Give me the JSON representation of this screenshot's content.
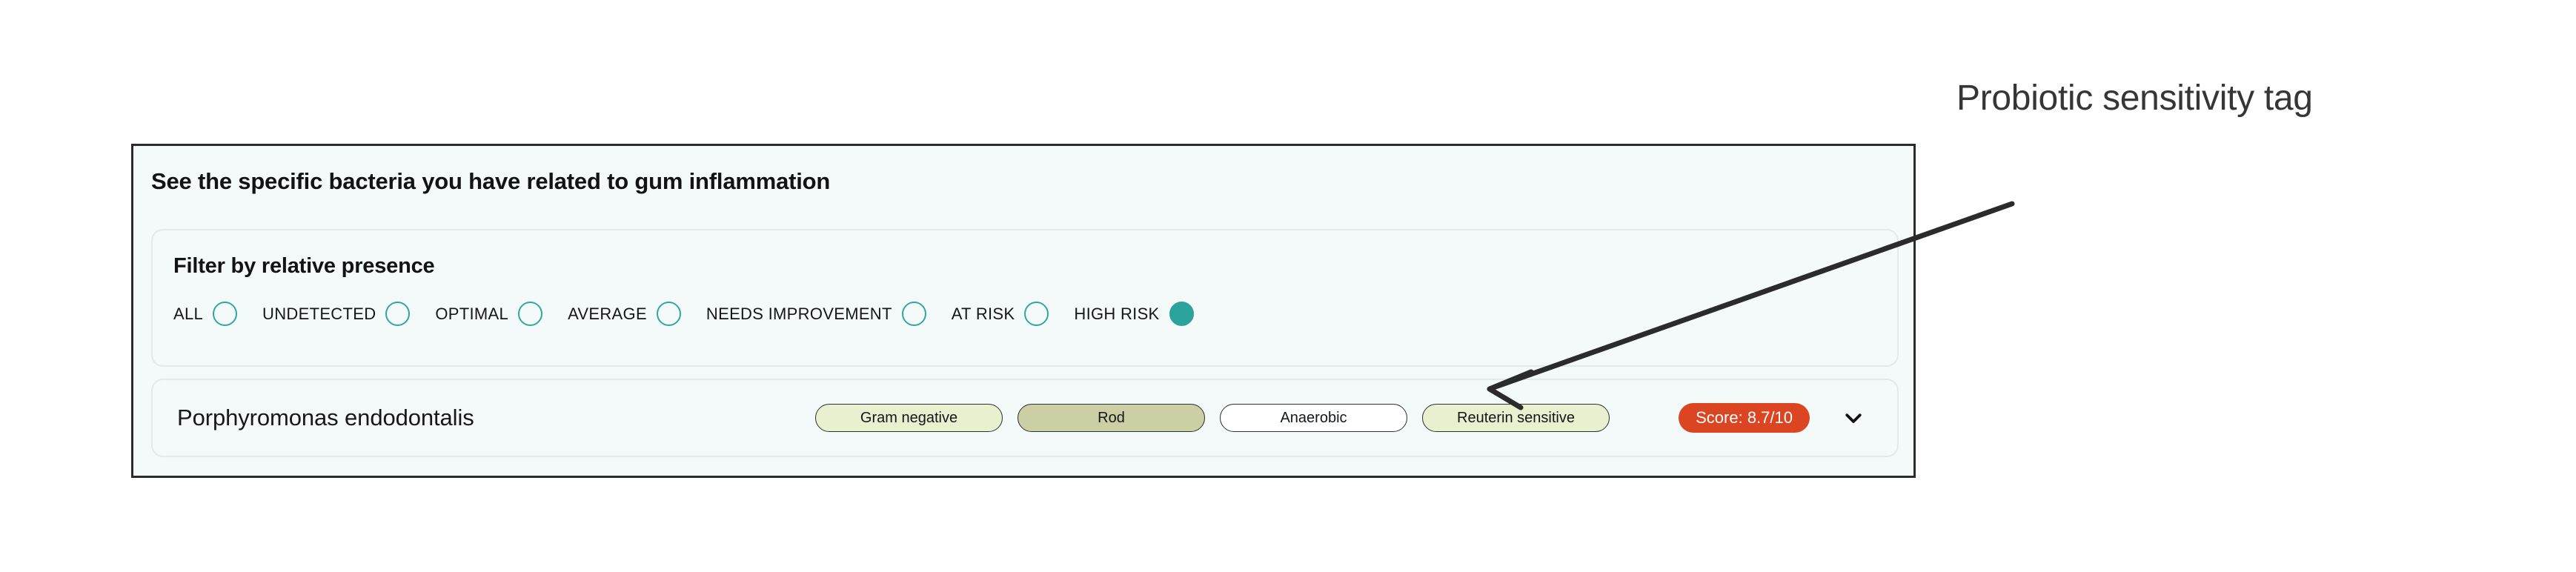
{
  "card": {
    "heading": "See the specific bacteria you have related to gum inflammation"
  },
  "filter": {
    "title": "Filter by relative presence",
    "options": [
      {
        "label": "ALL",
        "selected": false
      },
      {
        "label": "UNDETECTED",
        "selected": false
      },
      {
        "label": "OPTIMAL",
        "selected": false
      },
      {
        "label": "AVERAGE",
        "selected": false
      },
      {
        "label": "NEEDS IMPROVEMENT",
        "selected": false
      },
      {
        "label": "AT RISK",
        "selected": false
      },
      {
        "label": "HIGH RISK",
        "selected": true
      }
    ]
  },
  "result_row": {
    "bacteria_name": "Porphyromonas endodontalis",
    "tags": [
      {
        "label": "Gram negative",
        "tone": "light-green"
      },
      {
        "label": "Rod",
        "tone": "olive"
      },
      {
        "label": "Anaerobic",
        "tone": "white"
      },
      {
        "label": "Reuterin sensitive",
        "tone": "light-green"
      }
    ],
    "score_badge": "Score: 8.7/10",
    "expand_icon": "chevron-down-icon"
  },
  "annotation": {
    "label": "Probiotic sensitivity tag",
    "arrow": "arrow-pointing-to-reuterin-sensitive-tag"
  },
  "colors": {
    "card_background": "#f4f9f9",
    "card_border": "#2b2b2b",
    "panel_border": "#e4eaea",
    "accent_teal": "#2ca39a",
    "score_red": "#dc4522",
    "tag_light_green": "#e8f0cf",
    "tag_olive": "#ccceA4",
    "tag_white": "#ffffff",
    "annotation_text": "#363636"
  }
}
